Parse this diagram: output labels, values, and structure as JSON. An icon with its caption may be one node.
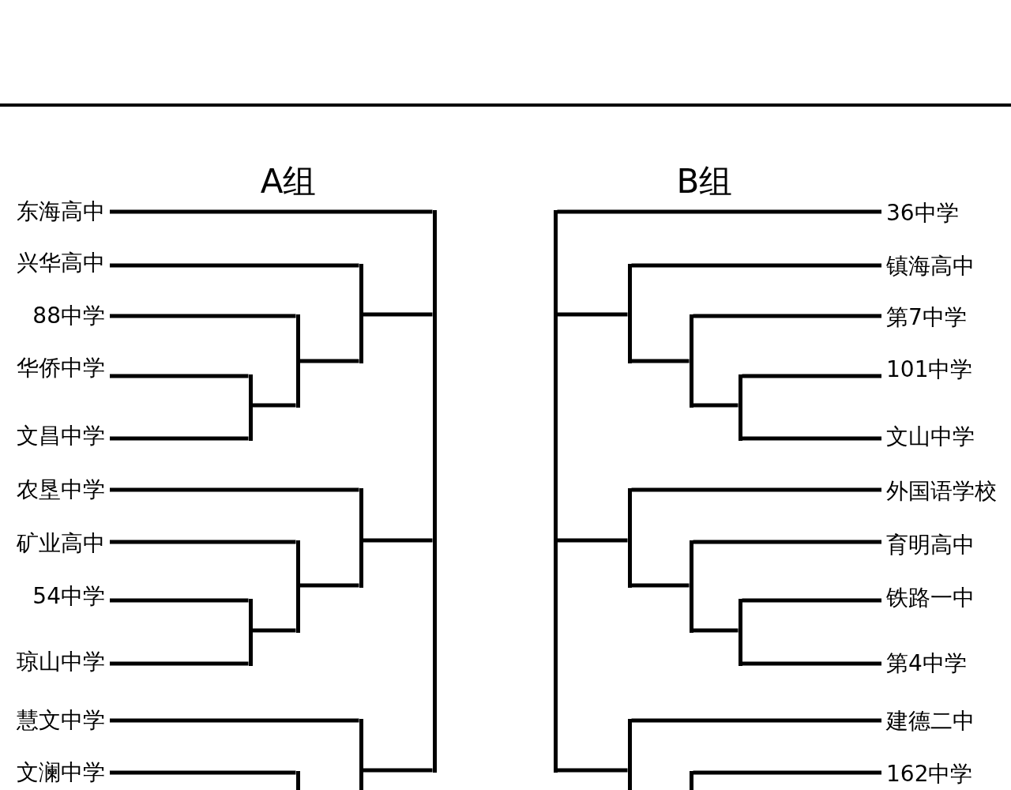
{
  "diagram": {
    "nodes": [
      {
        "text": [
          "东海高中"
        ]
      },
      {
        "text": [
          "兴华高中"
        ]
      },
      {
        "text": [
          "88中学"
        ]
      },
      {
        "text": [
          "华侨中学"
        ]
      },
      {
        "text": [
          "文昌中学"
        ]
      },
      {
        "text": [
          "农垦中学"
        ]
      },
      {
        "text": [
          "矿业高中"
        ]
      },
      {
        "text": [
          "54中学"
        ]
      },
      {
        "text": [
          "琼山中学"
        ]
      },
      {
        "text": [
          "慧文中学"
        ]
      },
      {
        "text": [
          "文澜中学"
        ]
      },
      {
        "text": [
          "36中学"
        ]
      },
      {
        "text": [
          "镇海高中"
        ]
      },
      {
        "text": [
          "第7中学"
        ]
      },
      {
        "text": [
          "101中学"
        ]
      },
      {
        "text": [
          "文山中学"
        ]
      },
      {
        "text": [
          "外国语学校"
        ]
      },
      {
        "text": [
          "育明高中"
        ]
      },
      {
        "text": [
          "铁路一中"
        ]
      },
      {
        "text": [
          "第4中学"
        ]
      },
      {
        "text": [
          "建德二中"
        ]
      },
      {
        "text": [
          "162中学"
        ]
      },
      {
        "text": [],
        "shape": "bar"
      },
      {
        "text": [],
        "shape": "bar"
      },
      {
        "text": [],
        "shape": "bar"
      },
      {
        "text": [],
        "shape": "bar"
      },
      {
        "text": [],
        "shape": "bar"
      },
      {
        "text": [],
        "shape": "bar"
      },
      {
        "text": [],
        "shape": "bar"
      },
      {
        "text": [],
        "shape": "bar"
      },
      {
        "text": [],
        "shape": "bar"
      },
      {
        "text": [],
        "shape": "bar"
      },
      {
        "text": [],
        "shape": "bar"
      },
      {
        "text": [],
        "shape": "bar"
      },
      {
        "text": [],
        "shape": "bar"
      },
      {
        "text": [],
        "shape": "bar"
      },
      {
        "text": [],
        "shape": "bar"
      },
      {
        "text": [],
        "shape": "bar"
      },
      {
        "text": [],
        "shape": "bar"
      },
      {
        "text": [],
        "shape": "bar"
      }
    ],
    "edges": [
      {
        "from": 0,
        "to": 22,
        "arrow": "none"
      },
      {
        "from": 1,
        "to": 23,
        "arrow": "none"
      },
      {
        "from": 23,
        "to": 22,
        "arrow": "none"
      },
      {
        "from": 2,
        "to": 24,
        "arrow": "none"
      },
      {
        "from": 24,
        "to": 23,
        "arrow": "none"
      },
      {
        "from": 3,
        "to": 25,
        "arrow": "none"
      },
      {
        "from": 4,
        "to": 25,
        "arrow": "none"
      },
      {
        "from": 25,
        "to": 24,
        "arrow": "none"
      },
      {
        "from": 5,
        "to": 26,
        "arrow": "none"
      },
      {
        "from": 26,
        "to": 22,
        "arrow": "none"
      },
      {
        "from": 6,
        "to": 27,
        "arrow": "none"
      },
      {
        "from": 27,
        "to": 26,
        "arrow": "none"
      },
      {
        "from": 7,
        "to": 28,
        "arrow": "none"
      },
      {
        "from": 8,
        "to": 28,
        "arrow": "none"
      },
      {
        "from": 28,
        "to": 27,
        "arrow": "none"
      },
      {
        "from": 9,
        "to": 29,
        "arrow": "none"
      },
      {
        "from": 29,
        "to": 22,
        "arrow": "none"
      },
      {
        "from": 10,
        "to": 30,
        "arrow": "none"
      },
      {
        "from": 11,
        "to": 31,
        "arrow": "none"
      },
      {
        "from": 12,
        "to": 32,
        "arrow": "none"
      },
      {
        "from": 32,
        "to": 31,
        "arrow": "none"
      },
      {
        "from": 13,
        "to": 33,
        "arrow": "none"
      },
      {
        "from": 33,
        "to": 32,
        "arrow": "none"
      },
      {
        "from": 14,
        "to": 34,
        "arrow": "none"
      },
      {
        "from": 15,
        "to": 34,
        "arrow": "none"
      },
      {
        "from": 34,
        "to": 33,
        "arrow": "none"
      },
      {
        "from": 16,
        "to": 35,
        "arrow": "none"
      },
      {
        "from": 35,
        "to": 31,
        "arrow": "none"
      },
      {
        "from": 17,
        "to": 36,
        "arrow": "none"
      },
      {
        "from": 36,
        "to": 35,
        "arrow": "none"
      },
      {
        "from": 18,
        "to": 37,
        "arrow": "none"
      },
      {
        "from": 19,
        "to": 37,
        "arrow": "none"
      },
      {
        "from": 37,
        "to": 36,
        "arrow": "none"
      },
      {
        "from": 20,
        "to": 38,
        "arrow": "none"
      },
      {
        "from": 38,
        "to": 31,
        "arrow": "none"
      },
      {
        "from": 21,
        "to": 39,
        "arrow": "none"
      }
    ],
    "labels": [
      "A组",
      "B组"
    ]
  }
}
